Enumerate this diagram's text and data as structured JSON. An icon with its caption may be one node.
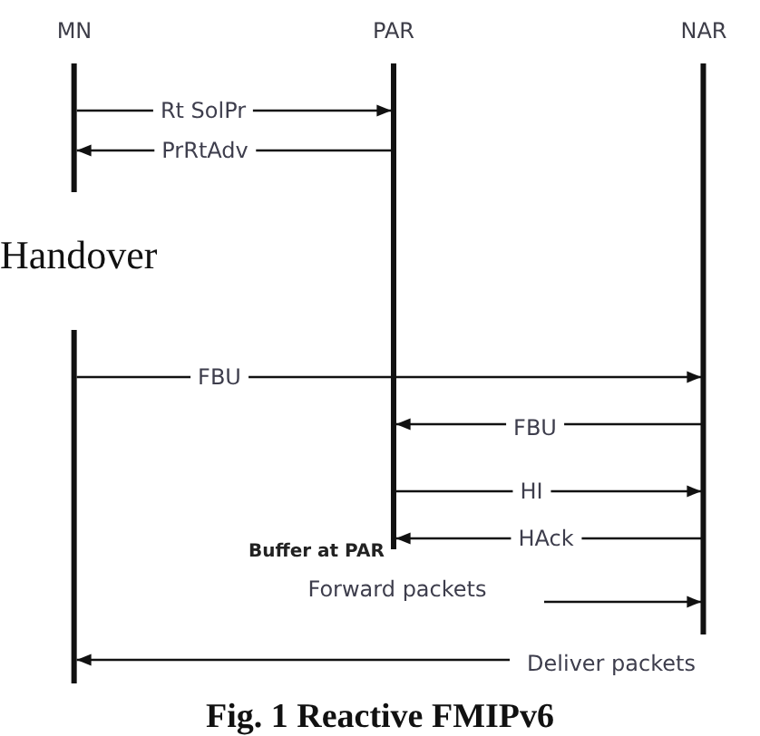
{
  "diagram": {
    "caption": "Fig. 1 Reactive FMIPv6",
    "nodes": [
      {
        "text": [
          "MN"
        ]
      },
      {
        "text": [
          "PAR"
        ]
      },
      {
        "text": [
          "NAR"
        ]
      }
    ],
    "edges": [
      {
        "from": 0,
        "to": 1,
        "arrow": "to",
        "label": "Rt SolPr"
      },
      {
        "from": 1,
        "to": 0,
        "arrow": "to",
        "label": "PrRtAdv"
      },
      {
        "from": 0,
        "to": 2,
        "arrow": "to",
        "label": "FBU"
      },
      {
        "from": 2,
        "to": 1,
        "arrow": "to",
        "label": "FBU"
      },
      {
        "from": 1,
        "to": 2,
        "arrow": "to",
        "label": "HI"
      },
      {
        "from": 2,
        "to": 1,
        "arrow": "to",
        "label": "HAck"
      },
      {
        "from": null,
        "to": 2,
        "arrow": "to",
        "label": "Forward packets"
      },
      {
        "from": null,
        "to": 0,
        "arrow": "to",
        "label": "Deliver packets"
      }
    ],
    "labels": [
      "Handover",
      "Buffer at PAR"
    ]
  }
}
